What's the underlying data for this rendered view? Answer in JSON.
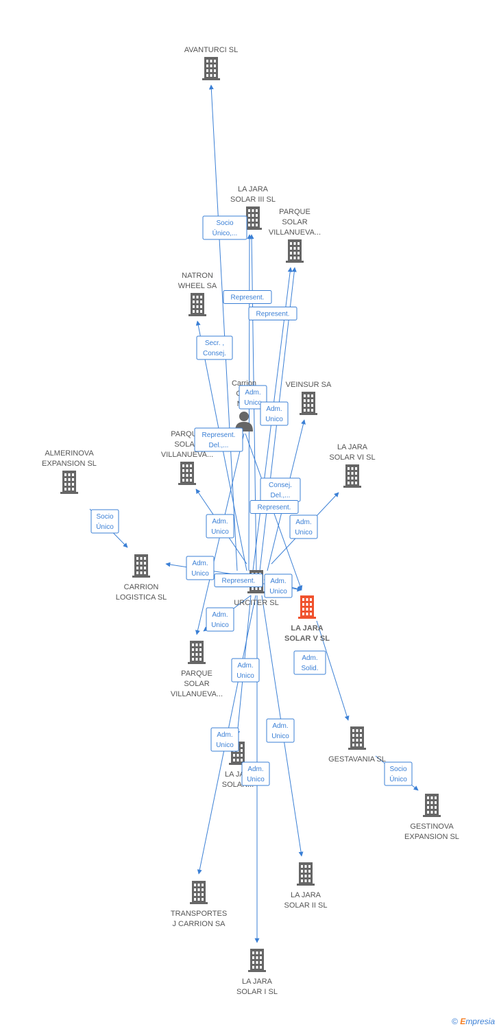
{
  "colors": {
    "edge": "#3a7fd5",
    "building": "#666666",
    "focus_building": "#f0522e",
    "person": "#666666",
    "label": "#555555"
  },
  "nodes": [
    {
      "id": "avanturci",
      "type": "company",
      "lines": [
        "AVANTURCI SL"
      ]
    },
    {
      "id": "jara3",
      "type": "company",
      "lines": [
        "LA JARA",
        "SOLAR III SL"
      ]
    },
    {
      "id": "psv_top",
      "type": "company",
      "lines": [
        "PARQUE",
        "SOLAR",
        "VILLANUEVA..."
      ]
    },
    {
      "id": "natron",
      "type": "company",
      "lines": [
        "NATRON",
        "WHEEL SA"
      ]
    },
    {
      "id": "carrion_person",
      "type": "person",
      "lines": [
        "Carrion",
        "Ca...",
        "Mi..."
      ]
    },
    {
      "id": "veinsur",
      "type": "company",
      "lines": [
        "VEINSUR SA"
      ]
    },
    {
      "id": "psv_mid",
      "type": "company",
      "lines": [
        "PARQU...",
        "SOLAR",
        "VILLANUEVA..."
      ]
    },
    {
      "id": "almerinova",
      "type": "company",
      "lines": [
        "ALMERINOVA",
        "EXPANSION SL"
      ]
    },
    {
      "id": "jara6",
      "type": "company",
      "lines": [
        "LA JARA",
        "SOLAR VI SL"
      ]
    },
    {
      "id": "carrion_log",
      "type": "company",
      "lines": [
        "CARRION",
        "LOGISTICA SL"
      ]
    },
    {
      "id": "urciter",
      "type": "company",
      "lines": [
        "URCITER SL"
      ]
    },
    {
      "id": "jara5",
      "type": "focus",
      "lines": [
        "LA JARA",
        "SOLAR V SL"
      ]
    },
    {
      "id": "psv_bot",
      "type": "company",
      "lines": [
        "PARQUE",
        "SOLAR",
        "VILLANUEVA..."
      ]
    },
    {
      "id": "gestavania",
      "type": "company",
      "lines": [
        "GESTAVANIA SL"
      ]
    },
    {
      "id": "jara_iv",
      "type": "company",
      "lines": [
        "LA JA...",
        "SOLAR..."
      ]
    },
    {
      "id": "gestinova",
      "type": "company",
      "lines": [
        "GESTINOVA",
        "EXPANSION SL"
      ]
    },
    {
      "id": "jara2",
      "type": "company",
      "lines": [
        "LA JARA",
        "SOLAR II SL"
      ]
    },
    {
      "id": "transportes",
      "type": "company",
      "lines": [
        "TRANSPORTES",
        "J CARRION SA"
      ]
    },
    {
      "id": "jara1",
      "type": "company",
      "lines": [
        "LA JARA",
        "SOLAR I SL"
      ]
    }
  ],
  "edges": [
    {
      "from": "urciter",
      "to": "avanturci",
      "label": [
        "Socio",
        "Único,..."
      ]
    },
    {
      "from": "urciter",
      "to": "jara3",
      "label": [
        "Represent."
      ]
    },
    {
      "from": "urciter",
      "to": "psv_top",
      "label": [
        "Represent."
      ]
    },
    {
      "from": "carrion_person",
      "to": "natron",
      "label": [
        "Secr. ,",
        "Consej."
      ]
    },
    {
      "from": "urciter",
      "to": "psv_top",
      "label": [
        "Adm.",
        "Unico"
      ]
    },
    {
      "from": "urciter",
      "to": "jara3",
      "label": [
        "Adm.",
        "Unico"
      ]
    },
    {
      "from": "carrion_person",
      "to": "psv_bot",
      "label": [
        "Represent.",
        "Del.,..."
      ]
    },
    {
      "from": "urciter",
      "to": "veinsur",
      "label": [
        "Consej.",
        "Del.,..."
      ]
    },
    {
      "from": "urciter",
      "to": "jara5",
      "label": [
        "Represent."
      ]
    },
    {
      "from": "almerinova",
      "to": "carrion_log",
      "label": [
        "Socio",
        "Único"
      ]
    },
    {
      "from": "urciter",
      "to": "jara6",
      "label": [
        "Adm.",
        "Unico"
      ]
    },
    {
      "from": "urciter",
      "to": "psv_mid",
      "label": [
        "Adm.",
        "Unico"
      ]
    },
    {
      "from": "urciter",
      "to": "carrion_log",
      "label": [
        "Adm.",
        "Unico"
      ]
    },
    {
      "from": "urciter",
      "to": "jara5",
      "label": [
        "Represent."
      ]
    },
    {
      "from": "urciter",
      "to": "jara5",
      "label": [
        "Adm.",
        "Unico"
      ]
    },
    {
      "from": "urciter",
      "to": "psv_bot",
      "label": [
        "Adm.",
        "Unico"
      ]
    },
    {
      "from": "jara5",
      "to": "gestavania",
      "label": [
        "Adm.",
        "Solid."
      ]
    },
    {
      "from": "urciter",
      "to": "jara_iv",
      "label": [
        "Adm.",
        "Unico"
      ]
    },
    {
      "from": "urciter",
      "to": "jara2",
      "label": [
        "Adm.",
        "Unico"
      ]
    },
    {
      "from": "urciter",
      "to": "transportes",
      "label": [
        "Adm.",
        "Unico"
      ]
    },
    {
      "from": "urciter",
      "to": "jara1",
      "label": [
        "Adm.",
        "Unico"
      ]
    },
    {
      "from": "gestavania",
      "to": "gestinova",
      "label": [
        "Socio",
        "Único"
      ]
    }
  ],
  "footer": {
    "copyright": "©",
    "brand_first": "E",
    "brand_rest": "mpresia"
  }
}
